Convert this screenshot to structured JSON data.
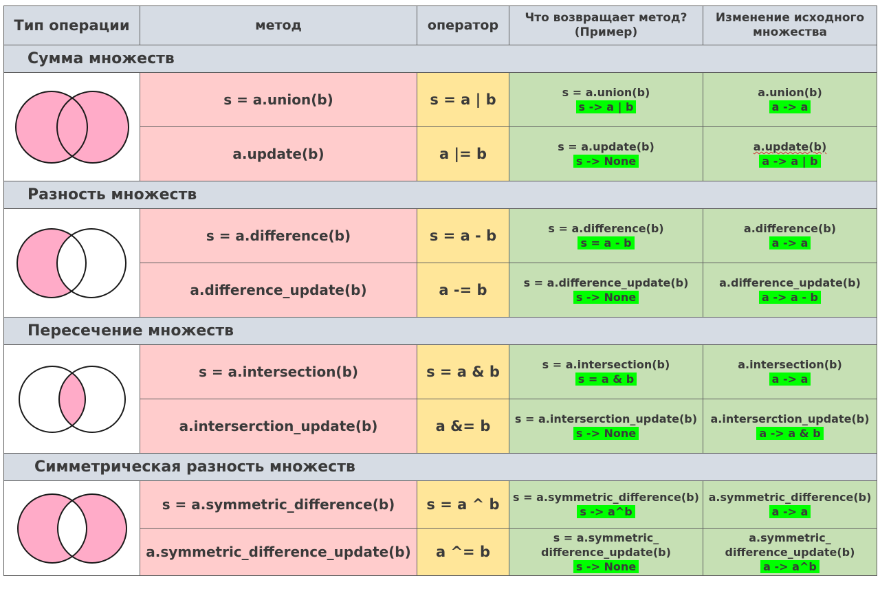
{
  "header": {
    "type": "Тип  операции",
    "method": "метод",
    "operator": "оператор",
    "returns": "Что возвращает метод? (Пример)",
    "change": "Изменение  исходного множества"
  },
  "sections": [
    {
      "title": "Сумма множеств",
      "diagram": "union",
      "rows": [
        {
          "method": "s = a.union(b)",
          "operator": "s = a  |  b",
          "ret1": "s = a.union(b)",
          "ret2": "s  -> a | b",
          "chg1": "a.union(b)",
          "chg2": "a -> a"
        },
        {
          "method": "a.update(b)",
          "operator": "a  |= b",
          "ret1": "s = a.update(b)",
          "ret2": "s   -> None",
          "chg1": "a.update(b)",
          "chg2": "a -> a | b"
        }
      ]
    },
    {
      "title": "Разность  множеств",
      "diagram": "difference",
      "rows": [
        {
          "method": "s = a.difference(b)",
          "operator": "s = a - b",
          "ret1": "s = a.difference(b)",
          "ret2": "s = a - b",
          "chg1": "a.difference(b)",
          "chg2": "a -> a"
        },
        {
          "method": "a.difference_update(b)",
          "operator": "a -= b",
          "ret1": "s = a.difference_update(b)",
          "ret2": "s   -> None",
          "chg1": "a.difference_update(b)",
          "chg2": "a -> a - b"
        }
      ]
    },
    {
      "title": "Пересечение  множеств",
      "diagram": "intersection",
      "rows": [
        {
          "method": "s = a.intersection(b)",
          "operator": "s = a & b",
          "ret1": "s = a.intersection(b)",
          "ret2": "s = a & b",
          "chg1": "a.intersection(b)",
          "chg2": "a -> a"
        },
        {
          "method": "a.interserction_update(b)",
          "operator": "a &= b",
          "ret1": "s = a.interserction_update(b)",
          "ret2": "s -> None",
          "chg1": "a.interserction_update(b)",
          "chg2": "a -> a & b"
        }
      ]
    },
    {
      "title": "Симметрическая разность множеств",
      "diagram": "symmetric",
      "rows": [
        {
          "method": "s = a.symmetric_difference(b)",
          "operator": "s = a ^ b",
          "ret1": "s = a.symmetric_difference(b)",
          "ret2": "s -> a^b",
          "chg1": "a.symmetric_difference(b)",
          "chg2": "a -> a"
        },
        {
          "method": "a.symmetric_difference_update(b)",
          "operator": "a ^= b",
          "ret1a": "s = a.symmetric_",
          "ret1b": "difference_update(b)",
          "ret2": "s -> None",
          "chg1a": "a.symmetric_",
          "chg1b": "difference_update(b)",
          "chg2": "a -> a^b"
        }
      ]
    }
  ],
  "colors": {
    "header_bg": "#d6dce4",
    "method_bg": "#ffcccc",
    "operator_bg": "#ffe699",
    "result_bg": "#c6e0b4",
    "highlight": "#00ff00",
    "set_fill": "#ffabc8"
  }
}
